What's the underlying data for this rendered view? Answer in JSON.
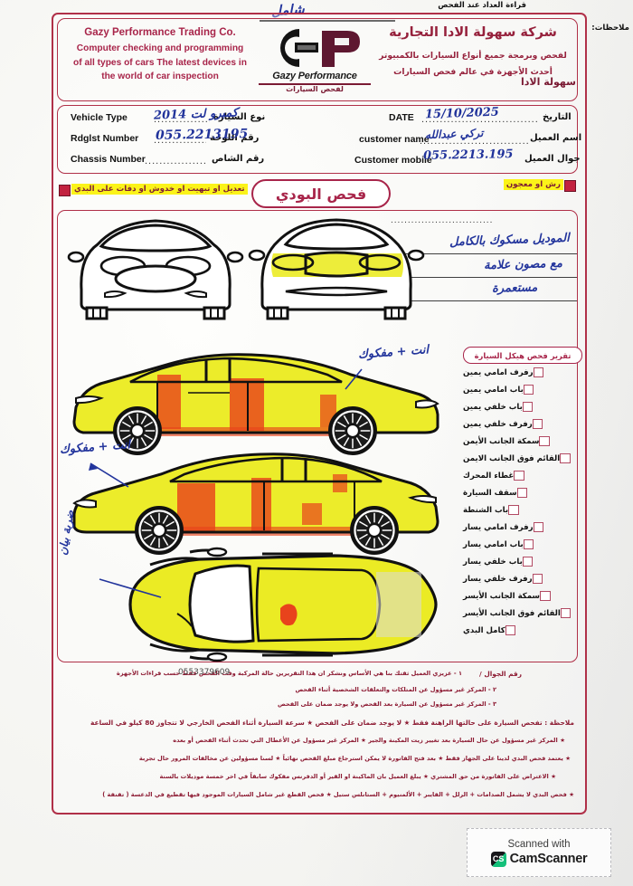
{
  "header": {
    "company_en_line1": "Gazy Performance Trading Co.",
    "company_en_line2": "Computer checking and programming",
    "company_en_line3": "of all types of cars The latest devices in",
    "company_en_line4": "the world of car inspection",
    "company_ar_title": "شركة سهولة الادا التجارية",
    "company_ar_line2": "لفحص وبرمجة جميع أنواع السيارات بالكمبيوتر",
    "company_ar_line3": "أحدث الأجهزة في عالم فحص السيارات",
    "logo_word": "Gazy Performance",
    "logo_ar": "لفحص السيارات",
    "logo_ar_side": "سهولة الادا",
    "logo_letters": "GP"
  },
  "top_note": {
    "handwriting": "شامل"
  },
  "info": {
    "vehicle_type_en": "Vehicle Type",
    "vehicle_type_ar": "نوع السيارة",
    "vehicle_type_value": "2014  كمبرو لت",
    "plate_en": "Rdglst Number",
    "plate_ar": "رقم اللوحة",
    "plate_value": "055.2213195",
    "chassis_en": "Chassis Number",
    "chassis_ar": "رقم الشاص",
    "chassis_value": "",
    "date_en": "DATE",
    "date_ar": "التاريخ",
    "date_value": "15/10/2025",
    "customer_name_en": "customer name",
    "customer_name_ar": "اسم العميل",
    "customer_name_value": "تركي عبدالله",
    "customer_mobile_en": "Customer mobile",
    "customer_mobile_ar": "جوال العميل",
    "customer_mobile_value": "055.2213.195",
    "dots": "................................"
  },
  "banner": {
    "left_label": "تعديل او تبهيت او خدوش او دقات على البدي",
    "center_label": "فحص البودي",
    "right_label": "رش او معجون"
  },
  "notes": {
    "meter_label": "قراءة العداد عند الفحص",
    "notes_label": "ملاحظات:",
    "meter_dots": "..............................",
    "line1": "الموديل مسكوك بالكامل",
    "line2": "مع مصون علامة",
    "line3": "مستعمرة"
  },
  "checklist": {
    "title": "تقرير فحص هيكل السيارة",
    "items": [
      "رفرف امامي يمين",
      "باب امامي يمين",
      "باب خلفي يمين",
      "رفرف خلفي يمين",
      "سمكة الجانب الأيمن",
      "القائم فوق الجانب الايمن",
      "غطاء المحرك",
      "سقف السيارة",
      "باب الشنطة",
      "رفرف امامي يسار",
      "باب امامي يسار",
      "باب خلفي يسار",
      "رفرف خلفي يسار",
      "سمكة الجانب الأيسر",
      "القائم فوق الجانب الأيسر",
      "كامل البدي"
    ]
  },
  "diagram_notes": {
    "note_top_right": "انت + مفكوك",
    "note_mid_left": "انت + مفكوك",
    "note_bottom_left": "ضربة  بيان"
  },
  "terms": {
    "n1": "١ - عزيزي العميل ثقتك بنا هي الأساس ونشكر ان هذا التقريرين حالة المركبة وقت الفحص فقط حسب قراءات الأجهزة",
    "n2": "٢ - المركز غير مسؤول عن المتلكات والتعلقات الشخصية أثناء الفحص",
    "n3": "٣ - المركز غير مسؤول عن السيارة بعد الفحص ولا يوجد ضمان على الفحص",
    "mobile_label": "رقم الجوال /",
    "mobile_number": "0553379609",
    "b1": "ملاحظة : تفحص السيارة على حالتها الراهنة فقط  ★  لا يوجد ضمان على الفحص  ★  سرعة السيارة أثناء الفحص الخارجي لا تتجاوز 80 كيلو في الساعة",
    "b2": "★ المركز غير مسؤول عن حال السيارة بعد تغيير زيت المكينة والجير  ★  المركز غير مسؤول عن الأعطال التي تحدث أثناء الفحص أو بعده",
    "b3": "★ يعتمد فحص البدي لدينا على الجهاز فقط  ★  بعد فتح الفاتورة لا يمكن استرجاع مبلغ الفحص نهائياً  ★  لسنا مسؤولين عن مخالفات المرور حال تجربة",
    "b4": "★ الاعتراض على الفاتورة من حق المشتري  ★  يبلغ العميل بان الماكينة او القير أو الدفرنس مفكوك سابقاً في اخر خمسة موديلات بالسنة",
    "b5": "★ فحص البدي لا يشمل الصدامات + الرلل + الفايبر + الألمنيوم + الستانلس ستيل  ★  فحص القطع غير شامل السيارات الموجود فيها تقطيع في الدعسة ( تفنفة )"
  },
  "scanner": {
    "scanned_with": "Scanned with",
    "app_name": "CamScanner",
    "badge": "CS"
  },
  "colors": {
    "maroon": "#a8254a",
    "highlight_yellow": "#fbf319",
    "damage_red": "#e8431c",
    "ink_blue": "#22349c"
  }
}
